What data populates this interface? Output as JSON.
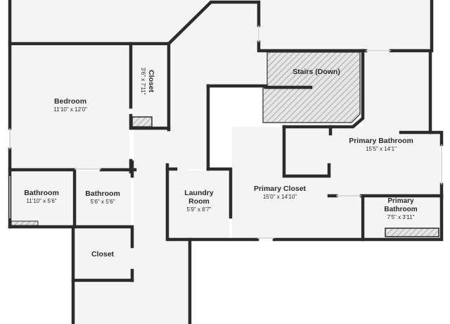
{
  "colors": {
    "wall": "#2b2b2b",
    "floor": "#f4f4f4",
    "hatch": "#9a9a9a",
    "window": "#cfcfcf",
    "background": "#ffffff"
  },
  "rooms": {
    "bedroom": {
      "name": "Bedroom",
      "dim": "11'10\" x 12'0\""
    },
    "closet_small": {
      "name": "Closet",
      "dim": "3'6\" x 7'11\""
    },
    "stairs": {
      "name": "Stairs (Down)"
    },
    "primary_bathroom": {
      "name": "Primary Bathroom",
      "dim": "15'5\" x 14'1\""
    },
    "bathroom_left": {
      "name": "Bathroom",
      "dim": "11'10\" x 5'6\""
    },
    "bathroom_mid": {
      "name": "Bathroom",
      "dim": "5'6\" x 5'6\""
    },
    "laundry": {
      "name": "Laundry Room",
      "dim": "5'9\" x 6'7\""
    },
    "primary_closet": {
      "name": "Primary Closet",
      "dim": "15'0\" x 14'10\""
    },
    "primary_bathroom_small": {
      "name": "Primary Bathroom",
      "dim": "7'5\" x 3'11\""
    },
    "closet_lower": {
      "name": "Closet"
    }
  }
}
